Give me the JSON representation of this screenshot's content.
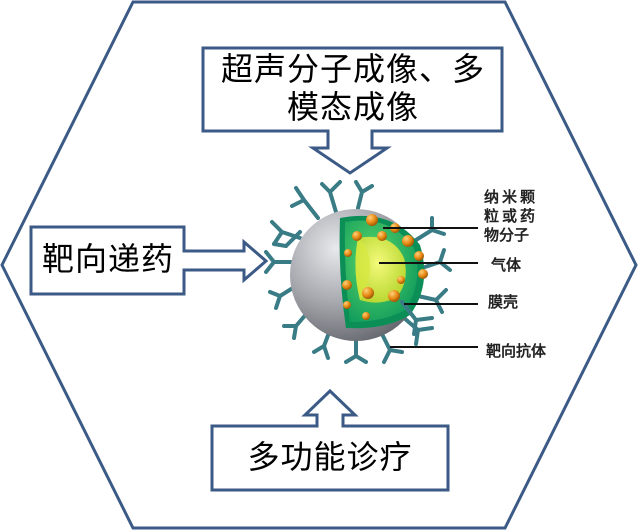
{
  "diagram": {
    "title": "Ultrasound microbubble multifunctional diagram",
    "frame_shape": "hexagon",
    "colors": {
      "outline": "#3b5a86",
      "shell_gray": "#9a9ca3",
      "green_layer": "#1fae6a",
      "gas_core": "#e4f04a",
      "particles": "#e8941a",
      "antibody": "#3a7c86"
    },
    "boxes": {
      "top": {
        "line1": "超声分子成像、多",
        "line2": "模态成像",
        "arrow": "down"
      },
      "left": {
        "text": "靶向递药",
        "arrow": "right"
      },
      "bottom": {
        "text": "多功能诊疗",
        "arrow": "up"
      }
    },
    "labels": {
      "nanoparticle_line1": "纳米颗",
      "nanoparticle_line2": "粒或药",
      "nanoparticle_line3": "物分子",
      "gas": "气体",
      "shell": "膜壳",
      "antibody": "靶向抗体"
    }
  }
}
